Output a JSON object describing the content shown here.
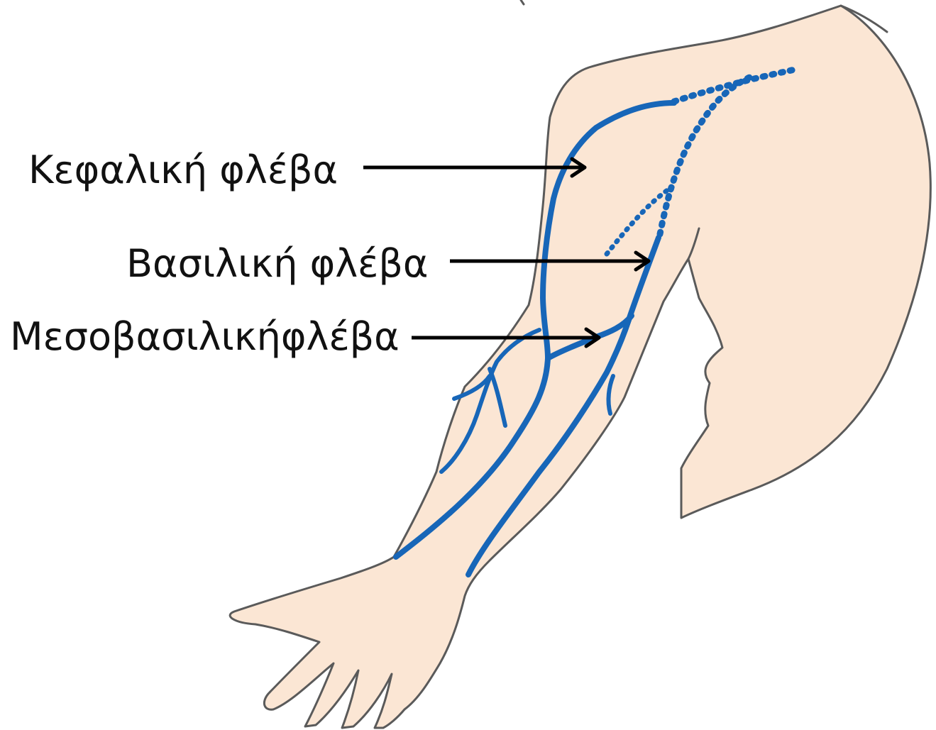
{
  "labels": {
    "cephalic": "Κεφαλική φλέβα",
    "basilic": "Βασιλική φλέβα",
    "median_basilic": "Μεσοβασιλικήφλέβα"
  },
  "colors": {
    "skin": "#fbe6d4",
    "vein": "#1766b8",
    "outline": "#5a5a5a",
    "text": "#111111",
    "arrow": "#000000"
  }
}
